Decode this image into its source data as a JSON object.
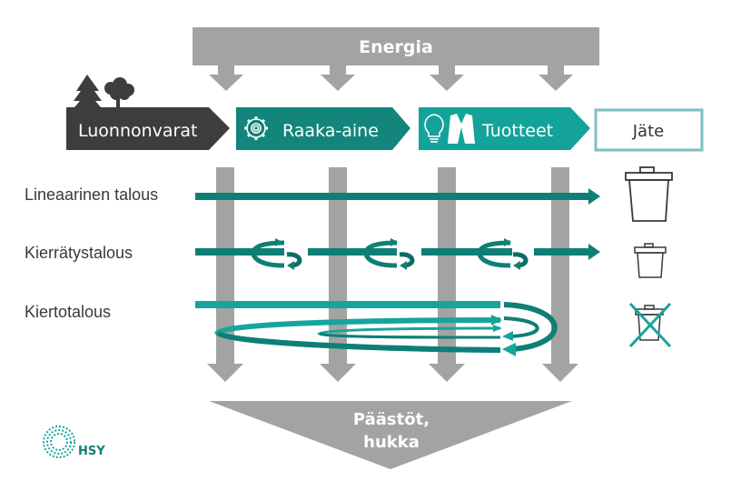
{
  "energy": {
    "label": "Energia"
  },
  "stages": [
    {
      "label": "Luonnonvarat",
      "icon": "trees-icon",
      "color": "#3d3d3d"
    },
    {
      "label": "Raaka-aine",
      "icon": "gear-icon",
      "color": "#13857a"
    },
    {
      "label": "Tuotteet",
      "icon": "lightbulb-jacket-icon",
      "color": "#14a39a"
    },
    {
      "label": "Jäte",
      "icon": "",
      "color": "#ffffff",
      "border": "#7fbfc0"
    }
  ],
  "economies": [
    {
      "label": "Lineaarinen talous",
      "waste_icon": "trash-bin-large-icon"
    },
    {
      "label": "Kierrätystalous",
      "waste_icon": "trash-bin-small-icon"
    },
    {
      "label": "Kiertotalous",
      "waste_icon": "trash-bin-crossed-icon"
    }
  ],
  "emissions": {
    "line1": "Päästöt,",
    "line2": "hukka"
  },
  "logo": {
    "text": "HSY"
  },
  "colors": {
    "gray": "#a3a3a4",
    "teal_dark": "#0f7f76",
    "teal": "#13857a",
    "teal_light": "#16a59c",
    "dark": "#3d3d3d"
  }
}
